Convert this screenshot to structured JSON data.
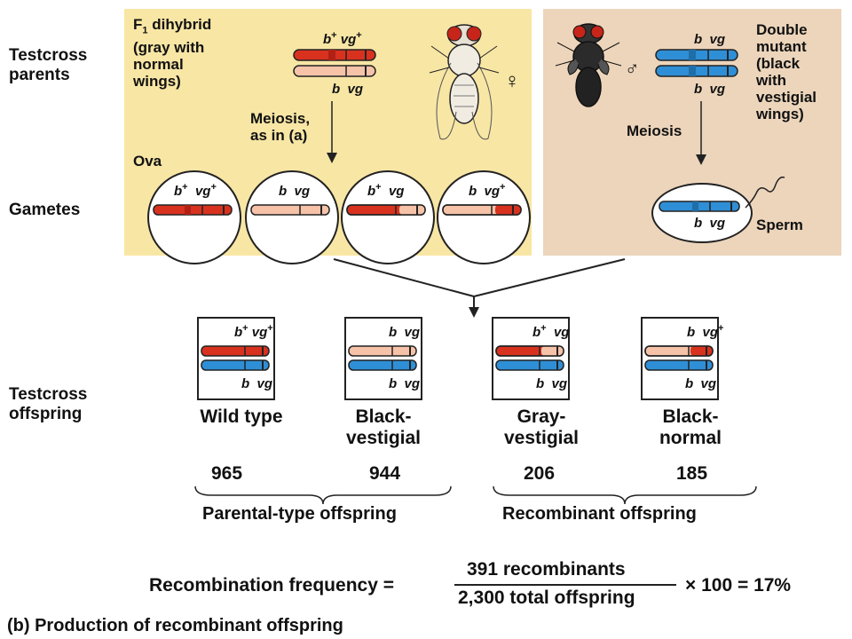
{
  "row_labels": {
    "testcross_parents_1": "Testcross",
    "testcross_parents_2": "parents",
    "gametes": "Gametes",
    "testcross_offspring_1": "Testcross",
    "testcross_offspring_2": "offspring"
  },
  "female_parent": {
    "label_line1_prefix": "F",
    "label_line1_sub": "1",
    "label_line1_rest": " dihybrid",
    "label_line2": "(gray with",
    "label_line3": "normal",
    "label_line4": "wings)",
    "sex_symbol": "♀",
    "top_gene_b": "b",
    "top_gene_b_sup": "+",
    "top_gene_vg": "vg",
    "top_gene_vg_sup": "+",
    "bottom_gene_b": "b",
    "bottom_gene_vg": "vg",
    "meiosis_line1": "Meiosis,",
    "meiosis_line2": "as in (a)",
    "ova_label": "Ova"
  },
  "male_parent": {
    "label_line1": "Double",
    "label_line2": "mutant",
    "label_line3": "(black",
    "label_line4": "with",
    "label_line5": "vestigial",
    "label_line6": "wings)",
    "sex_symbol": "♂",
    "gene_b": "b",
    "gene_vg": "vg",
    "meiosis": "Meiosis",
    "sperm_label": "Sperm"
  },
  "ova": [
    {
      "b": "b",
      "b_sup": "+",
      "vg": "vg",
      "vg_sup": "+"
    },
    {
      "b": "b",
      "b_sup": "",
      "vg": "vg",
      "vg_sup": ""
    },
    {
      "b": "b",
      "b_sup": "+",
      "vg": "vg",
      "vg_sup": ""
    },
    {
      "b": "b",
      "b_sup": "",
      "vg": "vg",
      "vg_sup": "+"
    }
  ],
  "offspring": [
    {
      "b": "b",
      "b_sup": "+",
      "vg": "vg",
      "vg_sup": "+",
      "b2": "b",
      "vg2": "vg",
      "name_line1": "Wild type",
      "name_line2": "",
      "count": "965"
    },
    {
      "b": "b",
      "b_sup": "",
      "vg": "vg",
      "vg_sup": "",
      "b2": "b",
      "vg2": "vg",
      "name_line1": "Black-",
      "name_line2": "vestigial",
      "count": "944"
    },
    {
      "b": "b",
      "b_sup": "+",
      "vg": "vg",
      "vg_sup": "",
      "b2": "b",
      "vg2": "vg",
      "name_line1": "Gray-",
      "name_line2": "vestigial",
      "count": "206"
    },
    {
      "b": "b",
      "b_sup": "",
      "vg": "vg",
      "vg_sup": "+",
      "b2": "b",
      "vg2": "vg",
      "name_line1": "Black-",
      "name_line2": "normal",
      "count": "185"
    }
  ],
  "groups": {
    "parental": "Parental-type offspring",
    "recombinant": "Recombinant offspring"
  },
  "equation": {
    "lhs": "Recombination frequency =",
    "numerator": "391 recombinants",
    "denominator": "2,300 total offspring",
    "rhs": "× 100 = 17%"
  },
  "caption": "(b) Production of recombinant offspring",
  "colors": {
    "red": "#d8321f",
    "pink": "#f6c3a8",
    "blue": "#2f8fd6",
    "female_panel": "#f8e6a5",
    "male_panel": "#ecd5bb"
  }
}
